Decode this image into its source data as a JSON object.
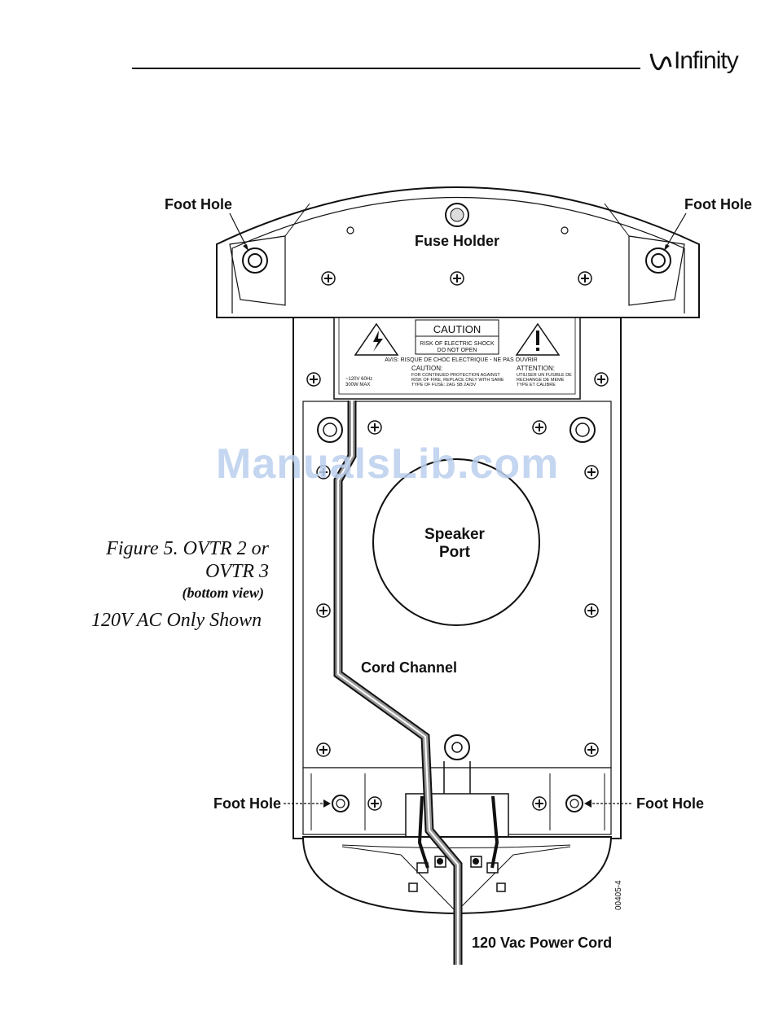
{
  "header": {
    "logo_text": "Infinity"
  },
  "figure": {
    "caption_line1": "Figure 5.  OVTR 2 or",
    "caption_line2": "OVTR 3",
    "caption_sub": "(bottom view)",
    "caption_note": "120V AC Only Shown"
  },
  "labels": {
    "foot_hole_top_left": "Foot Hole",
    "foot_hole_top_right": "Foot Hole",
    "fuse_holder": "Fuse Holder",
    "speaker_port_line1": "Speaker",
    "speaker_port_line2": "Port",
    "cord_channel": "Cord Channel",
    "foot_hole_bottom_left": "Foot Hole",
    "foot_hole_bottom_right": "Foot Hole",
    "power_cord": "120 Vac Power Cord",
    "part_number": "00405-4"
  },
  "warning_plate": {
    "caution_title": "CAUTION",
    "caution_line1": "RISK OF ELECTRIC SHOCK",
    "caution_line2": "DO NOT OPEN",
    "avis": "AVIS: RISQUE DE CHOC ELECTRIQUE - NE PAS OUVRIR",
    "rating_line1": "~120V 60Hz",
    "rating_line2": "300W MAX",
    "caution2_title": "CAUTION:",
    "caution2_line1": "FOR CONTINUED PROTECTION AGAINST",
    "caution2_line2": "RISK OF FIRE, REPLACE ONLY WITH SAME",
    "caution2_line3": "TYPE OF FUSE: 2AG SB 2A/3V",
    "attention_title": "ATTENTION:",
    "attention_line1": "UTILISER UN FUSIBLE DE",
    "attention_line2": "RECHANGE DE MEME",
    "attention_line3": "TYPE ET CALIBRE"
  },
  "watermark": "ManualsLib.com"
}
